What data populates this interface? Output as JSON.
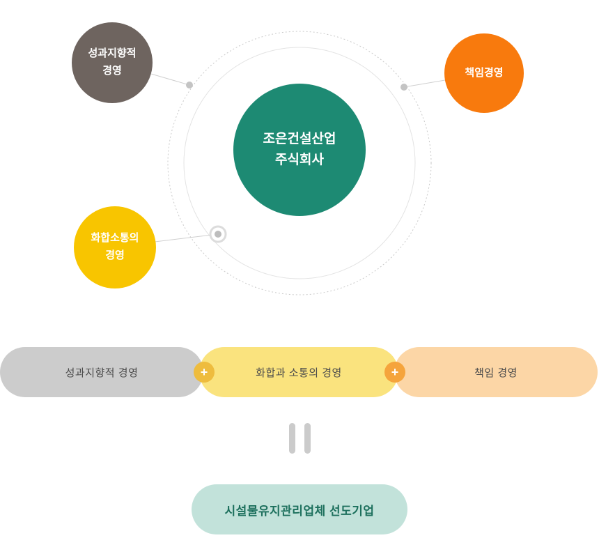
{
  "page": {
    "background": "#ffffff"
  },
  "diagram": {
    "center": {
      "label": "조은건설산업\n주식회사",
      "color": "#1d8a73"
    },
    "satellites": [
      {
        "id": "performance-oriented",
        "label": "성과지향적\n경영",
        "color": "#6e645f"
      },
      {
        "id": "responsibility",
        "label": "책임경영",
        "color": "#f87a0d"
      },
      {
        "id": "harmony-communication",
        "label": "화합소통의\n경영",
        "color": "#f8c500"
      }
    ],
    "ring_colors": {
      "dotted": "#c9c9c9",
      "solid": "#e3e3e3",
      "connector": "#cfcfcf",
      "node": "#c4c4c4"
    }
  },
  "formula": {
    "terms": [
      {
        "label": "성과지향적 경영",
        "color": "#cccccc"
      },
      {
        "label": "화합과 소통의 경영",
        "color": "#fae37e"
      },
      {
        "label": "책임 경영",
        "color": "#fcd6a6"
      }
    ],
    "plus_symbol": "+",
    "plus_badges": [
      {
        "color": "#eebc3e"
      },
      {
        "color": "#f5a43c"
      }
    ],
    "equals_color": "#cbcbcb",
    "result": {
      "label": "시설물유지관리업체 선도기업",
      "bg": "#c2e2da",
      "text_color": "#1d705d"
    }
  }
}
